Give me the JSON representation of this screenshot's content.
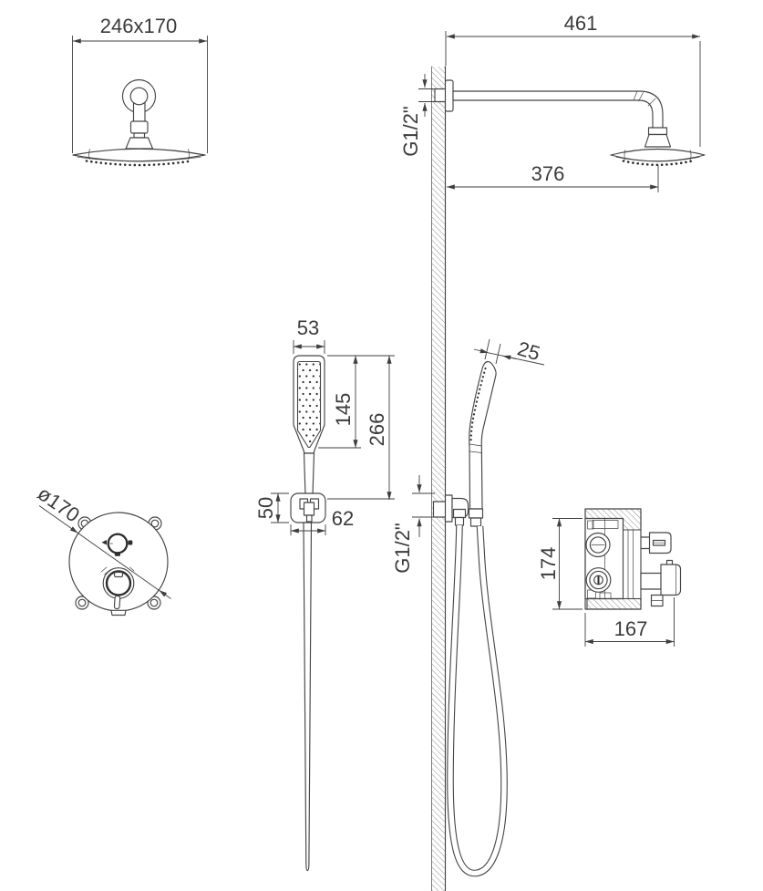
{
  "dims": {
    "overhead_head": "246x170",
    "arm_length": "461",
    "arm_thread": "G1/2\"",
    "head_to_wall": "376",
    "hand_width": "53",
    "hand_face": "145",
    "hand_length": "266",
    "hand_depth": "25",
    "bracket_height": "50",
    "bracket_width": "62",
    "outlet_thread": "G1/2\"",
    "plate_diameter": "ø170",
    "valve_height": "174",
    "valve_width": "167"
  },
  "palette": {
    "line": "#454545",
    "dim_text": "#3b3b3b",
    "hatch": "#6a6a6a",
    "background": "#ffffff"
  }
}
